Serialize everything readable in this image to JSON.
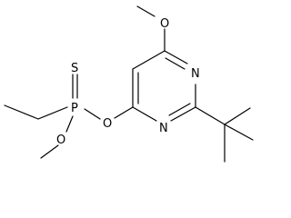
{
  "atoms": {
    "O_methoxy_top": "O",
    "N_ring_upper": "N",
    "N_ring_lower": "N",
    "O_ester": "O",
    "P": "P",
    "S": "S",
    "O_methoxy_p": "O"
  },
  "colors": {
    "bond": "#000000",
    "label": "#000000",
    "background": "#ffffff"
  }
}
